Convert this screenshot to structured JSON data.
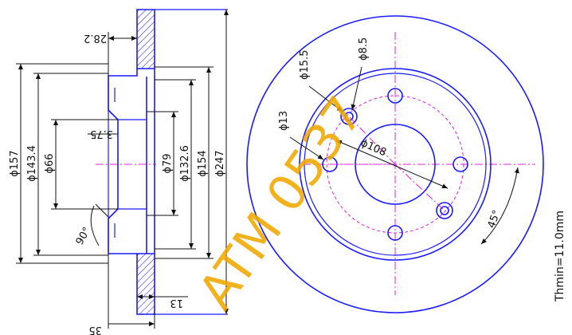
{
  "watermark": "ATM 0537",
  "thickness_min": "Thmin=11.0mm",
  "dimensions": {
    "d157": "ϕ157",
    "d143_4": "ϕ143.4",
    "d66": "ϕ66",
    "d79": "ϕ79",
    "d132_6": "ϕ132.6",
    "d154": "ϕ154",
    "d247": "ϕ247",
    "hat_height": "28.2",
    "offset": "3.75",
    "angle_90": "90°",
    "width_13": "13",
    "width_35": "35",
    "hole_15_5": "ϕ15.5",
    "hole_8_5": "ϕ8.5",
    "hole_13": "ϕ13",
    "pcd_108": "ϕ108",
    "angle_45": "45°"
  },
  "colors": {
    "outline": "#1a1aff",
    "centerline": "#e020e0",
    "watermark": "#f0a800",
    "dimension": "#111111"
  }
}
